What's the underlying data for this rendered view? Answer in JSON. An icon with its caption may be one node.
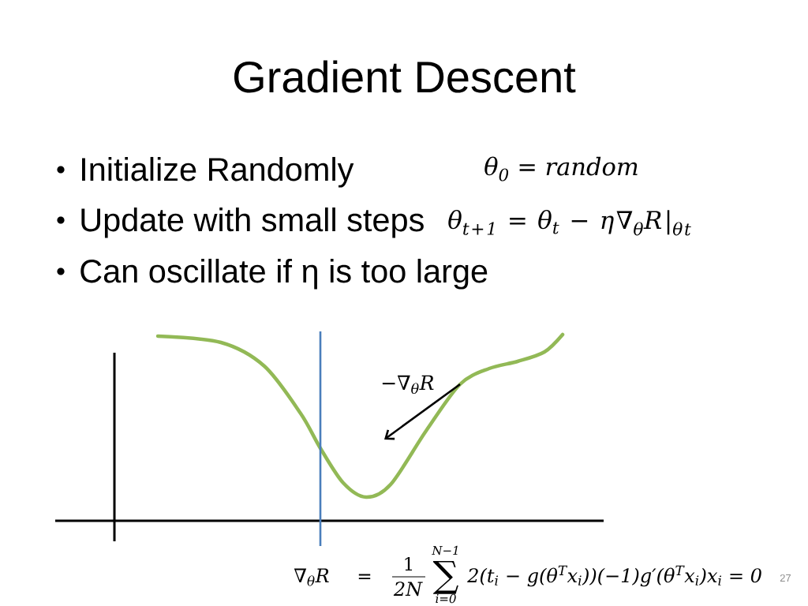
{
  "diagram": {
    "title": "Gradient Descent",
    "labels": [
      "Initialize Randomly",
      "θ$_{0}$ = random",
      "Update with small steps",
      "θ$_{t+1}$ = θ$_{t}$ − η∇$_{θ}$R|$_{θt}$",
      "Can oscillate if η is too large",
      "−∇$_{θ}$R",
      "∇$_{θ}$R",
      "=",
      "1",
      "2N",
      "N−1",
      "∑",
      "i=0",
      "2(t$_{i}$ − g(θ$^{T}$x$_{i}$))(−1)g′(θ$^{T}$x$_{i}$)x$_{i}$ = 0",
      "27"
    ]
  }
}
